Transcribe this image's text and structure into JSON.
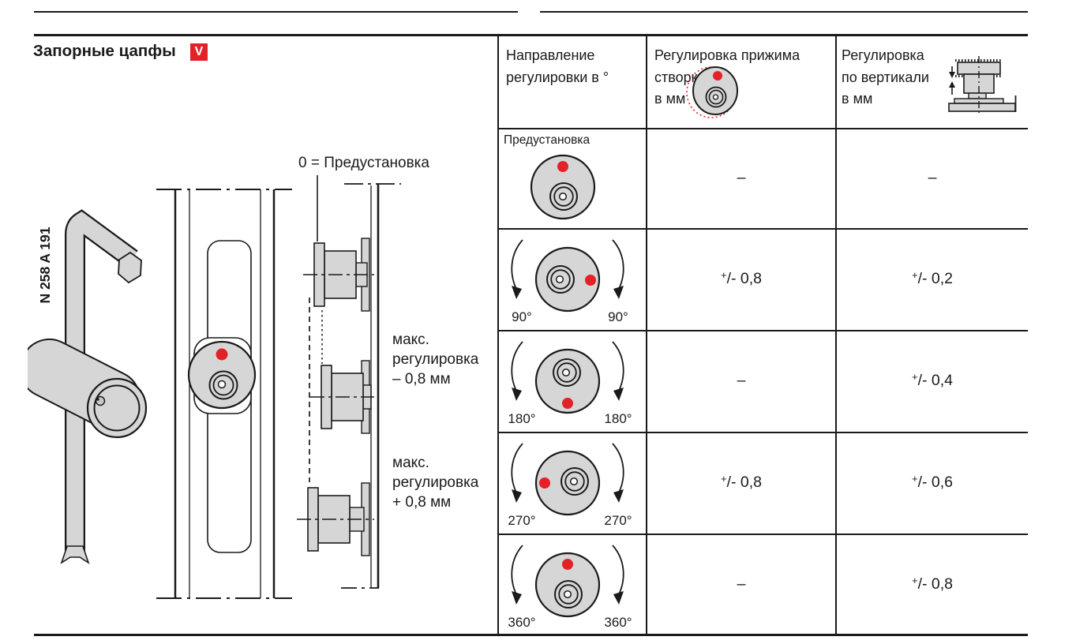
{
  "page": {
    "title": "Запорные цапфы",
    "title_badge": "V"
  },
  "colors": {
    "accent_red": "#e32228",
    "fill_grey": "#d6d6d6",
    "line": "#1a1a1a"
  },
  "icons": {
    "pressure_header": "eccentric-cam-with-rotation-circle-icon",
    "vertical_header": "locking-pin-side-view-icon",
    "marker": "red-marker-dot"
  },
  "left_figure": {
    "tool_label": "N 258 A 191",
    "preset_label": "0 = Предустановка",
    "max_minus": [
      "макс.",
      "регулировка",
      "– 0,8 мм"
    ],
    "max_plus": [
      "макс.",
      "регулировка",
      "+ 0,8 мм"
    ]
  },
  "table": {
    "headers": [
      [
        "Направление",
        "регулировки в °"
      ],
      [
        "Регулировка прижима",
        "створки",
        "в мм"
      ],
      [
        "Регулировка",
        "по вертикали",
        "в мм"
      ]
    ],
    "rows": [
      {
        "angle": null,
        "label": "Предустановка",
        "red_dot_position": "top",
        "adjust_pressure_mm": "–",
        "adjust_vertical_mm": "–"
      },
      {
        "angle": "90°",
        "red_dot_position": "right",
        "adjust_pressure_mm": "+/- 0,8",
        "adjust_vertical_mm": "+/- 0,2"
      },
      {
        "angle": "180°",
        "red_dot_position": "bottom",
        "adjust_pressure_mm": "–",
        "adjust_vertical_mm": "+/- 0,4"
      },
      {
        "angle": "270°",
        "red_dot_position": "left",
        "adjust_pressure_mm": "+/- 0,8",
        "adjust_vertical_mm": "+/- 0,6"
      },
      {
        "angle": "360°",
        "red_dot_position": "top",
        "adjust_pressure_mm": "–",
        "adjust_vertical_mm": "+/- 0,8"
      }
    ]
  }
}
